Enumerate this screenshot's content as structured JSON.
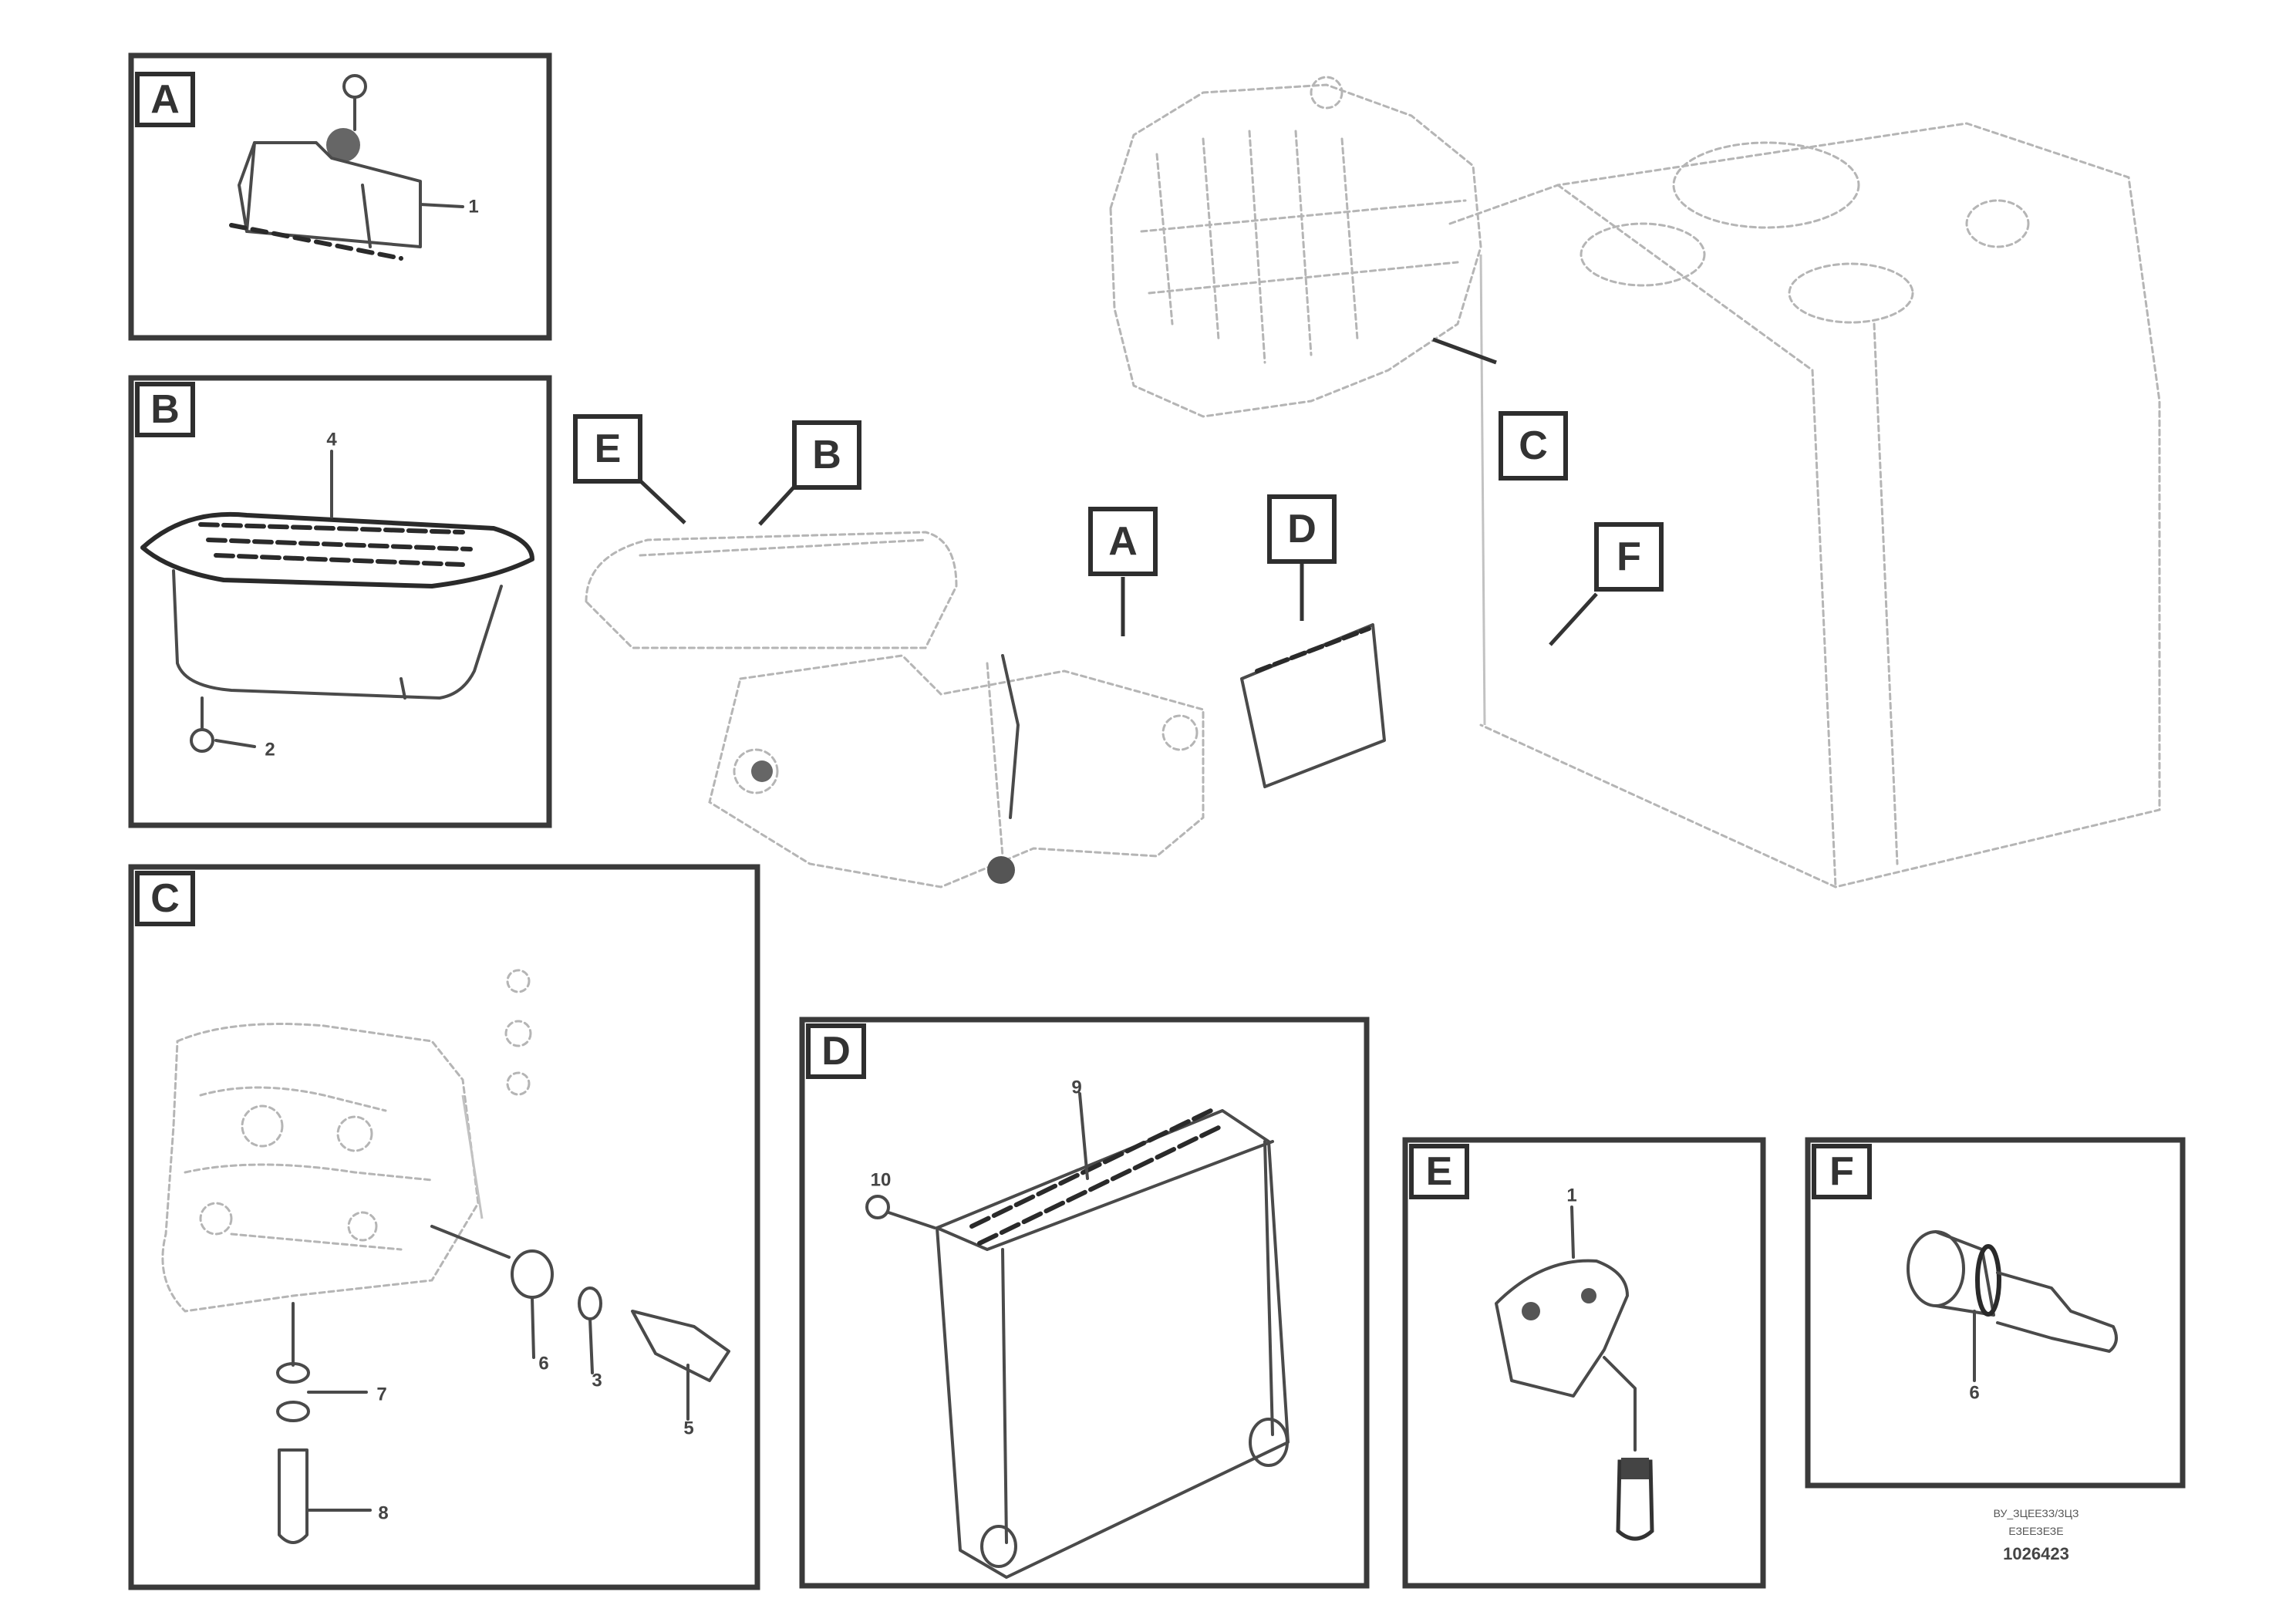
{
  "panels": [
    {
      "id": "A",
      "letter": "A",
      "numbers": [
        "1"
      ]
    },
    {
      "id": "B",
      "letter": "B",
      "numbers": [
        "4",
        "2"
      ]
    },
    {
      "id": "C",
      "letter": "C",
      "numbers": [
        "6",
        "3",
        "7",
        "5",
        "8"
      ]
    },
    {
      "id": "D",
      "letter": "D",
      "numbers": [
        "9",
        "10"
      ]
    },
    {
      "id": "E",
      "letter": "E",
      "numbers": [
        "1"
      ]
    },
    {
      "id": "F",
      "letter": "F",
      "numbers": [
        "6"
      ]
    }
  ],
  "overview_labels": [
    "E",
    "B",
    "A",
    "D",
    "C",
    "F"
  ],
  "reference": {
    "line1": "ВУ_ЗЦЕЕЗЗ/ЗЦЗ",
    "line2": "ЕЗЕЕЗЕЗЕ",
    "code": "1026423"
  }
}
